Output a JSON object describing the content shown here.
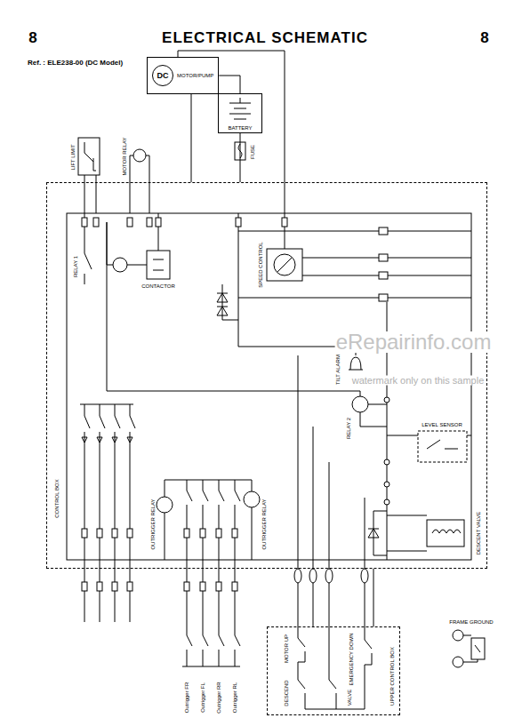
{
  "diagram": {
    "title": "ELECTRICAL SCHEMATIC",
    "nodes": [
      {
        "text": [
          "DC",
          "MOTOR/PUMP"
        ]
      },
      {
        "text": [
          "BATTERY"
        ]
      },
      {
        "text": [
          "CONTROL BOX"
        ]
      },
      {
        "text": [
          "UPPER CONTROL BOX"
        ]
      }
    ],
    "edges": [
      {
        "from": 0,
        "to": 1,
        "arrow": "none"
      },
      {
        "from": 1,
        "to": 2,
        "arrow": "none"
      },
      {
        "from": 0,
        "to": 2,
        "arrow": "none"
      },
      {
        "from": 2,
        "to": 3,
        "arrow": "none"
      }
    ],
    "labels": [
      "8",
      "8",
      "Ref. : ELE238-00 (DC Model)",
      "FUSE",
      "LIFT LIMIT",
      "MOTOR RELAY",
      "RELAY 1",
      "CONTACTOR",
      "SPEED CONTROL",
      "TILT ALARM",
      "RELAY 2",
      "LEVEL SENSOR",
      "DESCENT VALVE",
      "OUTRIGGER RELAY",
      "OUTRIGGER RELAY",
      "Outrigger FR",
      "Outrigger FL",
      "Outrigger RR",
      "Outrigger RL",
      "MOTOR UP",
      "EMERGENCY DOWN",
      "DESCEND",
      "VALVE",
      "FRAME GROUND",
      "eRepairinfo.com",
      "watermark only on this sample"
    ]
  }
}
